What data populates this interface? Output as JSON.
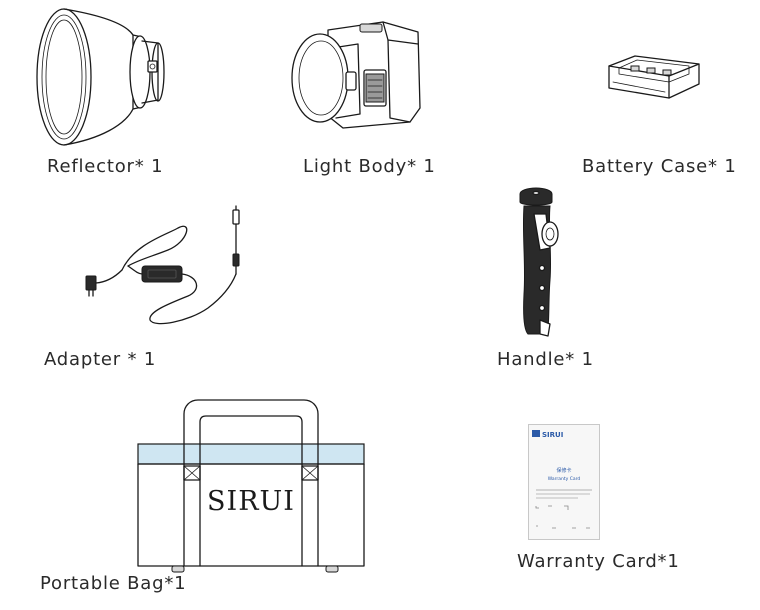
{
  "items": {
    "reflector": {
      "label": "Reflector* 1",
      "icon": "reflector-icon"
    },
    "light_body": {
      "label": "Light Body* 1",
      "icon": "light-body-icon"
    },
    "battery_case": {
      "label": "Battery Case* 1",
      "icon": "battery-case-icon"
    },
    "adapter": {
      "label": "Adapter * 1",
      "icon": "adapter-icon"
    },
    "handle": {
      "label": "Handle* 1",
      "icon": "handle-icon"
    },
    "portable_bag": {
      "label": "Portable Bag*1",
      "icon": "portable-bag-icon",
      "brand_text": "SIRUI",
      "band_color": "#cfe6f2"
    },
    "warranty_card": {
      "label": "Warranty Card*1",
      "icon": "warranty-card-icon",
      "brand_text": "SIRUI",
      "title_cn": "保修卡",
      "title_en": "Warranty Card",
      "brand_color": "#2b5aa8"
    }
  }
}
